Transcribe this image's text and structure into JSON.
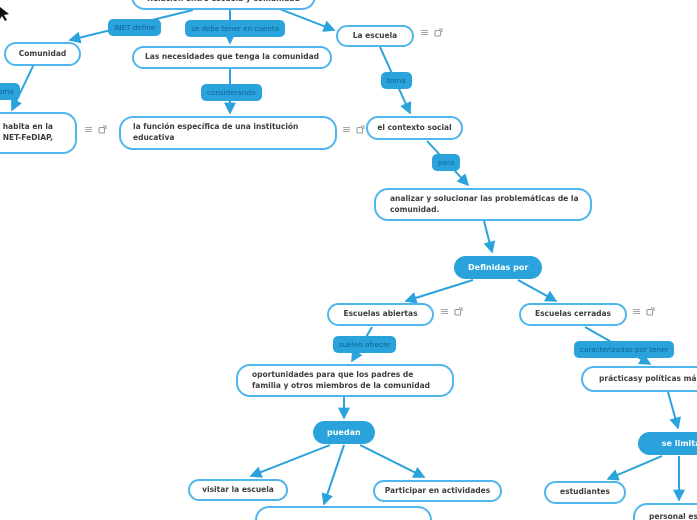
{
  "diagram": {
    "type": "concept-map",
    "topic": "Relación entre escuela y comunidad"
  },
  "colors": {
    "accent_blue": "#2aa2dc",
    "node_border_blue": "#4fb6ec",
    "node_text": "#3d3d3d",
    "connector_label_text": "#0e6493",
    "pill_text": "#ffffff",
    "icon_gray": "#9b9b9b"
  },
  "nodes": {
    "title": "Relación entre escuela y comunidad",
    "comunidad": "Comunidad",
    "necesidades": "Las necesidades que tenga la comunidad",
    "la_escuela": "La escuela",
    "habita": "habita en la\nNET-FeDIAP,",
    "funcion": "la función específica de una institución\neducativa",
    "contexto": "el contexto social",
    "analizar": "analizar y solucionar las problemáticas de la\ncomunidad.",
    "abiertas": "Escuelas abiertas",
    "cerradas": "Escuelas cerradas",
    "oportunidades": "oportunidades para que los padres de\nfamilia y otros miembros de la comunidad",
    "practicas": "prácticasy políticas más r",
    "visitar": "visitar la escuela",
    "participar": "Participar en actividades",
    "estudiantes": "estudiantes",
    "personal": "personal esco",
    "bottom_cut": ""
  },
  "connectors": {
    "inet_define": "INET define",
    "se_debe": "se debe tener en cuenta",
    "toma": "toma",
    "como": "como",
    "considerando": "considerando",
    "para": "para",
    "definidas_por": "Definidas por",
    "suelen_ofrecer": "suelen ofrecer",
    "caracterizadas": "caracterizadas por tener",
    "puedan": "puedan",
    "se_limitan": "se limitan"
  },
  "icons": {
    "menu_glyph": "≡"
  },
  "edges": [
    {
      "from": "title",
      "label": "INET define",
      "to": "comunidad"
    },
    {
      "from": "title",
      "label": "se debe tener en cuenta",
      "to": "necesidades"
    },
    {
      "from": "title",
      "label": "",
      "to": "la_escuela"
    },
    {
      "from": "comunidad",
      "label": "como",
      "to": "habita"
    },
    {
      "from": "necesidades",
      "label": "considerando",
      "to": "funcion"
    },
    {
      "from": "la_escuela",
      "label": "toma",
      "to": "contexto"
    },
    {
      "from": "contexto",
      "label": "para",
      "to": "analizar"
    },
    {
      "from": "analizar",
      "label": "Definidas por",
      "to": "abiertas"
    },
    {
      "from": "analizar",
      "label": "Definidas por",
      "to": "cerradas"
    },
    {
      "from": "abiertas",
      "label": "suelen ofrecer",
      "to": "oportunidades"
    },
    {
      "from": "oportunidades",
      "label": "puedan",
      "to": "visitar"
    },
    {
      "from": "oportunidades",
      "label": "puedan",
      "to": "bottom_cut"
    },
    {
      "from": "oportunidades",
      "label": "puedan",
      "to": "participar"
    },
    {
      "from": "cerradas",
      "label": "caracterizadas por tener",
      "to": "practicas"
    },
    {
      "from": "practicas",
      "label": "se limitan",
      "to": "estudiantes"
    },
    {
      "from": "practicas",
      "label": "se limitan",
      "to": "personal"
    }
  ]
}
